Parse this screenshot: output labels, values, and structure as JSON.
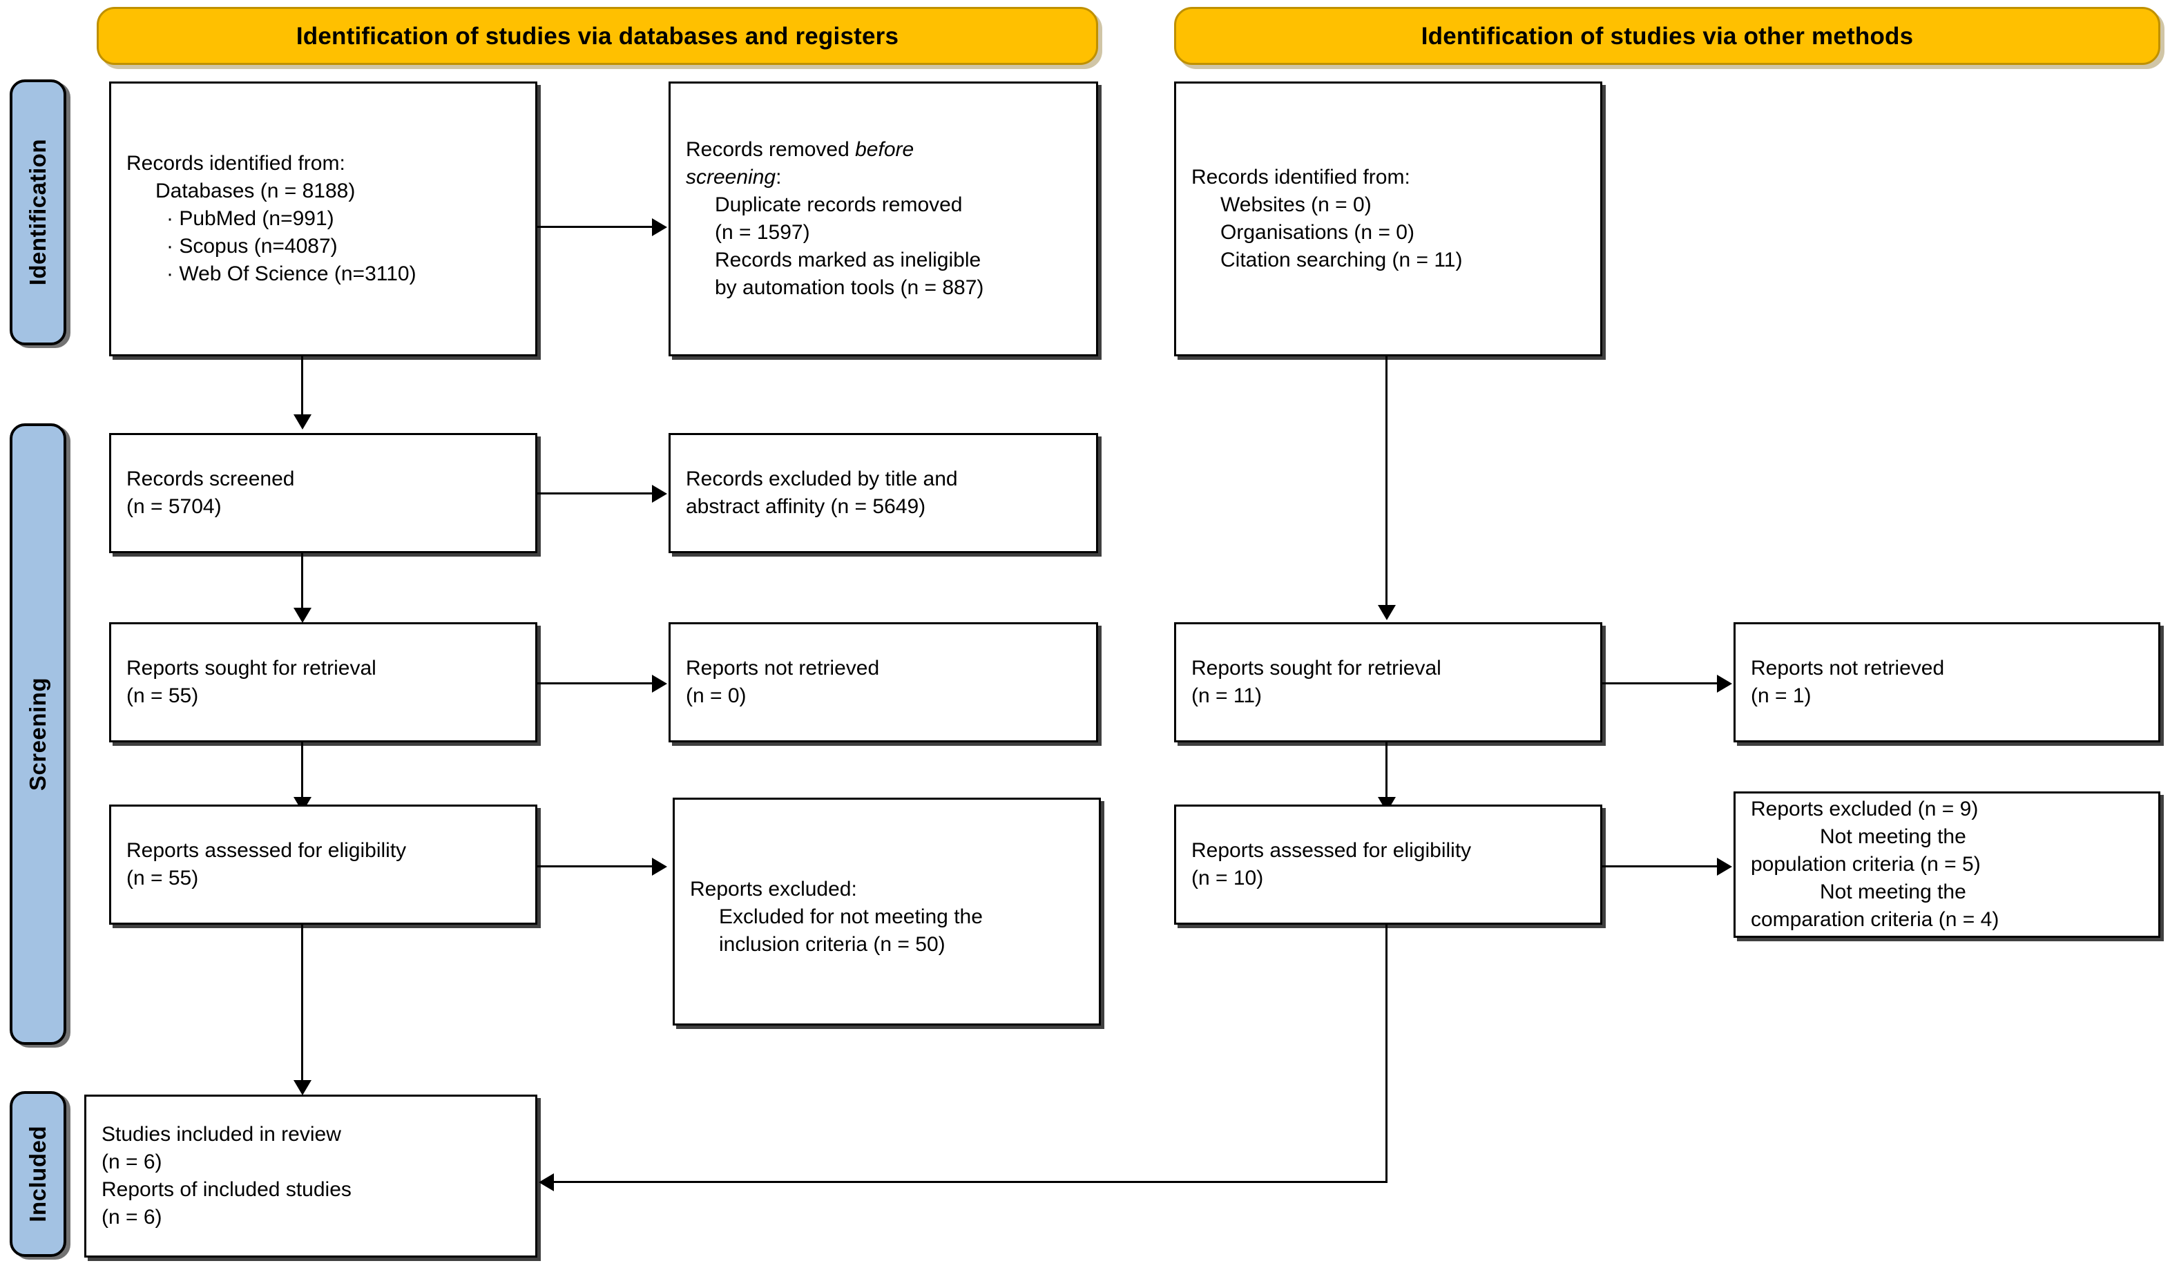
{
  "diagram": {
    "title": "PRISMA 2020 flow diagram",
    "colors": {
      "banner_fill": "#FFC000",
      "banner_border": "#BF9000",
      "phasebar_fill": "#A3C2E3",
      "box_border": "#000000",
      "text": "#000000"
    }
  },
  "banners": {
    "databases": "Identification of studies via databases and registers",
    "other_methods": "Identification of studies via other methods"
  },
  "phases": {
    "identification": "Identification",
    "screening": "Screening",
    "included": "Included"
  },
  "left_column": {
    "records_identified": {
      "l0": "Records identified from:",
      "l1": "Databases (n = 8188)",
      "l2": "· PubMed (n=991)",
      "l3": "· Scopus (n=4087)",
      "l4": "· Web Of Science (n=3110)"
    },
    "records_removed": {
      "l0a": "Records removed ",
      "l0b": "before",
      "l1a": "screening",
      "l1b": ":",
      "l2": "Duplicate records removed",
      "l3": "(n = 1597)",
      "l4": "Records marked as ineligible",
      "l5": "by automation tools (n = 887)"
    },
    "records_screened": {
      "l0": "Records screened",
      "l1": "(n = 5704)"
    },
    "records_excluded": {
      "l0": "Records excluded by title and",
      "l1": "abstract affinity (n = 5649)"
    },
    "reports_sought": {
      "l0": "Reports sought for retrieval",
      "l1": "(n = 55)"
    },
    "reports_not_retrieved": {
      "l0": "Reports not retrieved",
      "l1": "(n = 0)"
    },
    "reports_assessed": {
      "l0": "Reports assessed for eligibility",
      "l1": "(n = 55)"
    },
    "reports_excluded": {
      "l0": "Reports excluded:",
      "l1": "Excluded for not meeting the",
      "l2": "inclusion criteria (n = 50)"
    }
  },
  "right_column": {
    "records_identified": {
      "l0": "Records identified from:",
      "l1": "Websites (n = 0)",
      "l2": "Organisations (n = 0)",
      "l3": "Citation searching (n = 11)"
    },
    "reports_sought": {
      "l0": "Reports sought for retrieval",
      "l1": "(n = 11)"
    },
    "reports_not_retrieved": {
      "l0": "Reports not retrieved",
      "l1": "(n = 1)"
    },
    "reports_assessed": {
      "l0": "Reports assessed for eligibility",
      "l1": "(n = 10)"
    },
    "reports_excluded": {
      "l0": "Reports excluded (n = 9)",
      "l1": "Not meeting the",
      "l2": "population criteria (n = 5)",
      "l3": "Not meeting the",
      "l4": "comparation criteria (n = 4)"
    }
  },
  "included_box": {
    "l0": "Studies included in review",
    "l1": "(n = 6)",
    "l2": "Reports of included studies",
    "l3": "(n = 6)"
  }
}
